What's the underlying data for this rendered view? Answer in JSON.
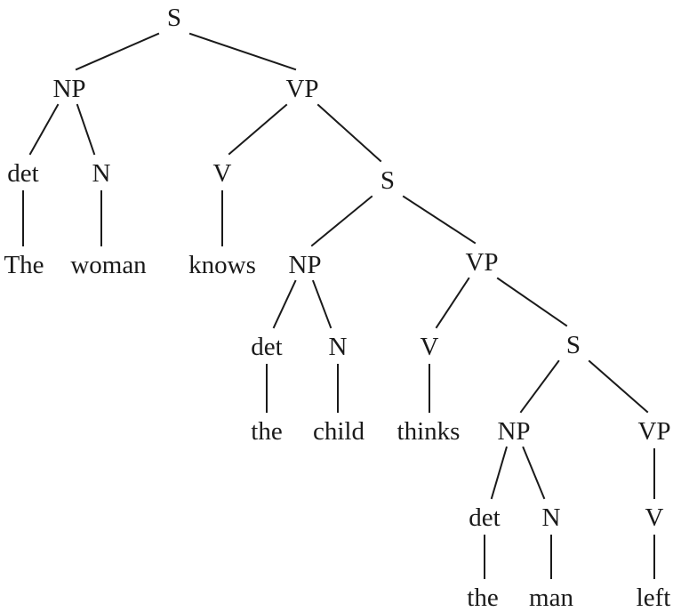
{
  "tree": {
    "label": "S",
    "children": [
      {
        "label": "NP",
        "children": [
          {
            "label": "det",
            "children": [
              {
                "label": "The"
              }
            ]
          },
          {
            "label": "N",
            "children": [
              {
                "label": "woman"
              }
            ]
          }
        ]
      },
      {
        "label": "VP",
        "children": [
          {
            "label": "V",
            "children": [
              {
                "label": "knows"
              }
            ]
          },
          {
            "label": "S",
            "children": [
              {
                "label": "NP",
                "children": [
                  {
                    "label": "det",
                    "children": [
                      {
                        "label": "the"
                      }
                    ]
                  },
                  {
                    "label": "N",
                    "children": [
                      {
                        "label": "child"
                      }
                    ]
                  }
                ]
              },
              {
                "label": "VP",
                "children": [
                  {
                    "label": "V",
                    "children": [
                      {
                        "label": "thinks"
                      }
                    ]
                  },
                  {
                    "label": "S",
                    "children": [
                      {
                        "label": "NP",
                        "children": [
                          {
                            "label": "det",
                            "children": [
                              {
                                "label": "the"
                              }
                            ]
                          },
                          {
                            "label": "N",
                            "children": [
                              {
                                "label": "man"
                              }
                            ]
                          }
                        ]
                      },
                      {
                        "label": "VP",
                        "children": [
                          {
                            "label": "V",
                            "children": [
                              {
                                "label": "left"
                              }
                            ]
                          }
                        ]
                      }
                    ]
                  }
                ]
              }
            ]
          }
        ]
      }
    ]
  }
}
